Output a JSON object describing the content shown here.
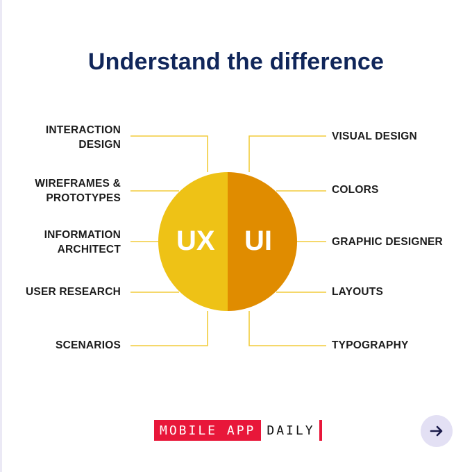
{
  "title": "Understand the difference",
  "circle": {
    "left_label": "UX",
    "right_label": "UI"
  },
  "ux_items": [
    [
      "INTERACTION",
      "DESIGN"
    ],
    [
      "WIREFRAMES &",
      "PROTOTYPES"
    ],
    [
      "INFORMATION",
      "ARCHITECT"
    ],
    [
      "USER RESEARCH"
    ],
    [
      "SCENARIOS"
    ]
  ],
  "ui_items": [
    [
      "VISUAL DESIGN"
    ],
    [
      "COLORS"
    ],
    [
      "GRAPHIC DESIGNER"
    ],
    [
      "LAYOUTS"
    ],
    [
      "TYPOGRAPHY"
    ]
  ],
  "logo": {
    "part1": "MOBILE APP",
    "part2": "DAILY"
  },
  "next_icon": "arrow-right-icon",
  "colors": {
    "title": "#10265a",
    "ux_half": "#eec216",
    "ui_half": "#e08c00",
    "connector": "#f2cc3a",
    "logo_red": "#e8173a",
    "button_bg": "#e3e0f4",
    "arrow": "#1a1a4a"
  }
}
